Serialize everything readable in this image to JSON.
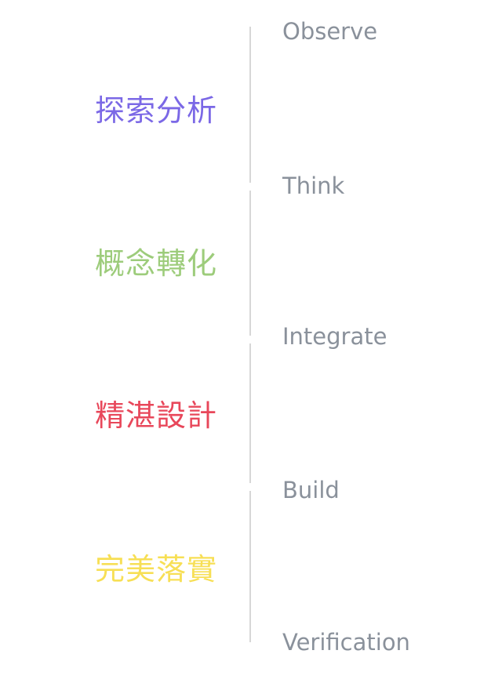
{
  "stages": [
    {
      "label": "Observe"
    },
    {
      "label": "Think"
    },
    {
      "label": "Integrate"
    },
    {
      "label": "Build"
    },
    {
      "label": "Verification"
    }
  ],
  "phases": [
    {
      "label": "探索分析",
      "color": "#7b68e6"
    },
    {
      "label": "概念轉化",
      "color": "#9dcc7b"
    },
    {
      "label": "精湛設計",
      "color": "#e8475a"
    },
    {
      "label": "完美落實",
      "color": "#f7df55"
    }
  ]
}
